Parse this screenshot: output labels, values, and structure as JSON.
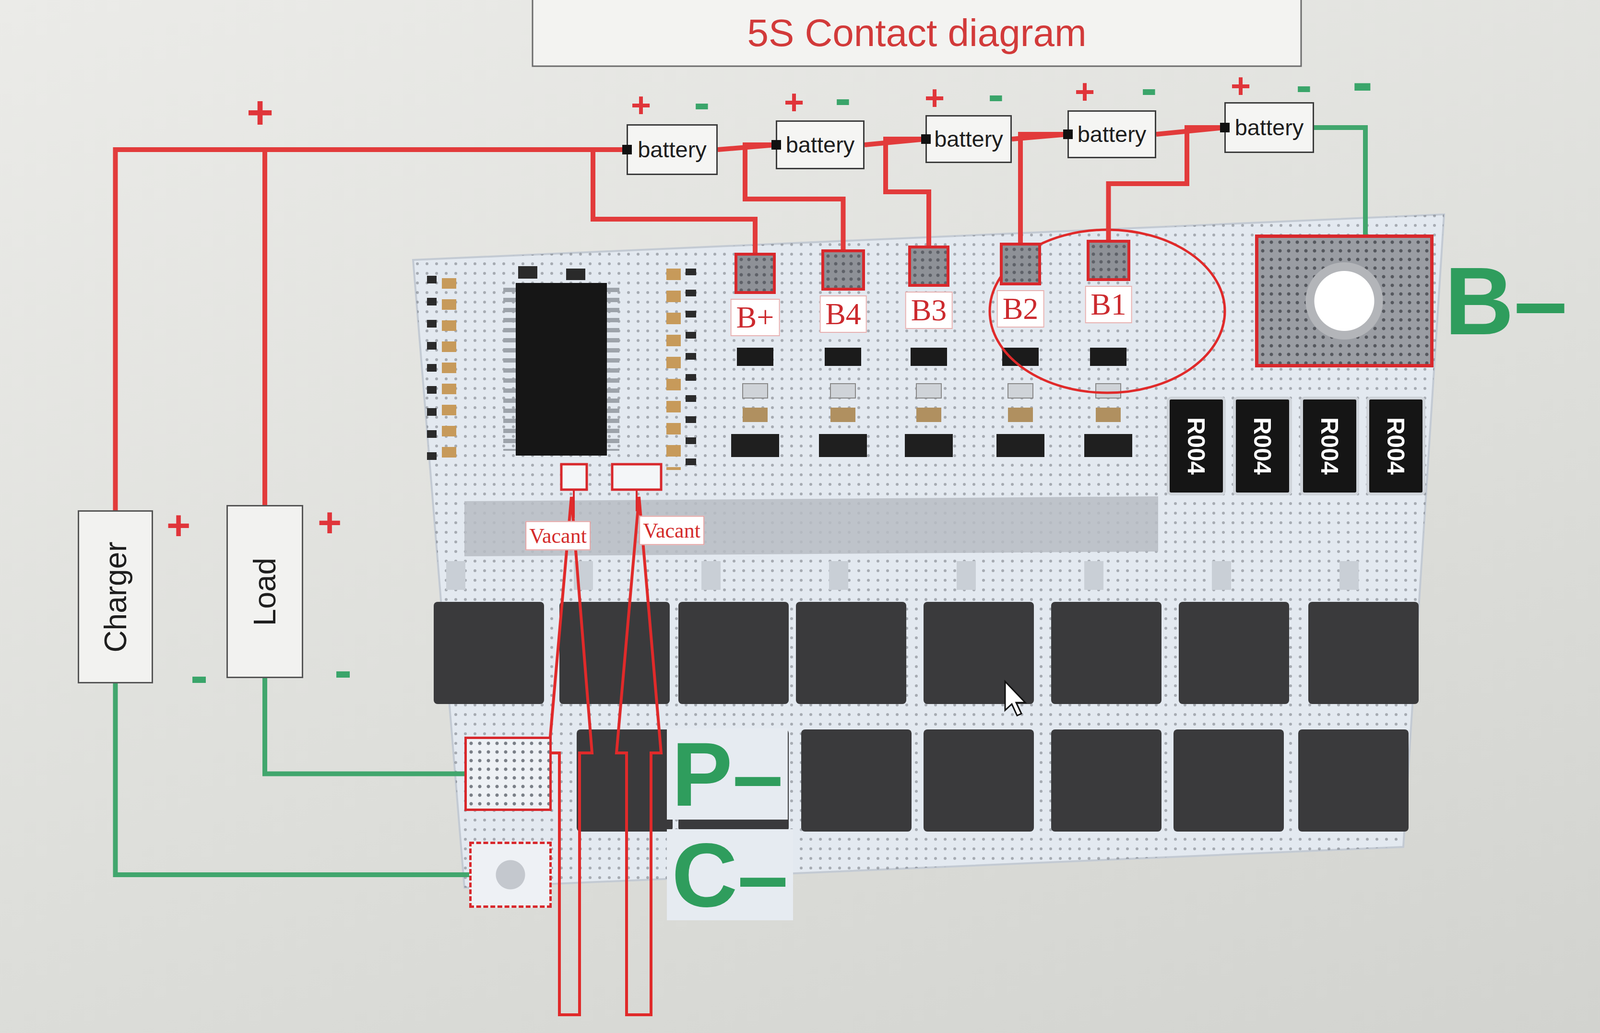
{
  "diagram": {
    "title": "5S Contact diagram",
    "nodes": [
      {
        "text": [
          "battery"
        ]
      },
      {
        "text": [
          "battery"
        ]
      },
      {
        "text": [
          "battery"
        ]
      },
      {
        "text": [
          "battery"
        ]
      },
      {
        "text": [
          "battery"
        ]
      },
      {
        "text": [
          "B+"
        ]
      },
      {
        "text": [
          "B4"
        ]
      },
      {
        "text": [
          "B3"
        ]
      },
      {
        "text": [
          "B2"
        ]
      },
      {
        "text": [
          "B1"
        ]
      },
      {
        "text": [
          "B–"
        ]
      },
      {
        "text": [
          "Charger"
        ]
      },
      {
        "text": [
          "Load"
        ]
      },
      {
        "text": [
          "P–"
        ]
      },
      {
        "text": [
          "C–"
        ]
      }
    ],
    "edges": [
      {
        "from": 11,
        "to": 0,
        "arrow": "none"
      },
      {
        "from": 12,
        "to": 0,
        "arrow": "none"
      },
      {
        "from": 0,
        "to": 1,
        "arrow": "none"
      },
      {
        "from": 1,
        "to": 2,
        "arrow": "none"
      },
      {
        "from": 2,
        "to": 3,
        "arrow": "none"
      },
      {
        "from": 3,
        "to": 4,
        "arrow": "none"
      },
      {
        "from": 0,
        "to": 5,
        "arrow": "none"
      },
      {
        "from": 1,
        "to": 6,
        "arrow": "none"
      },
      {
        "from": 2,
        "to": 7,
        "arrow": "none"
      },
      {
        "from": 3,
        "to": 8,
        "arrow": "none"
      },
      {
        "from": 4,
        "to": 9,
        "arrow": "none"
      },
      {
        "from": 4,
        "to": 10,
        "arrow": "none"
      },
      {
        "from": 12,
        "to": 13,
        "arrow": "none"
      },
      {
        "from": 11,
        "to": 14,
        "arrow": "none"
      }
    ],
    "labels": [
      "+",
      "+",
      "-",
      "+",
      "-",
      "+",
      "-",
      "+",
      "-",
      "+",
      "-",
      "-",
      "+",
      "-",
      "+",
      "-",
      "Vacant",
      "Vacant",
      "R004",
      "R004",
      "R004",
      "R004"
    ]
  }
}
